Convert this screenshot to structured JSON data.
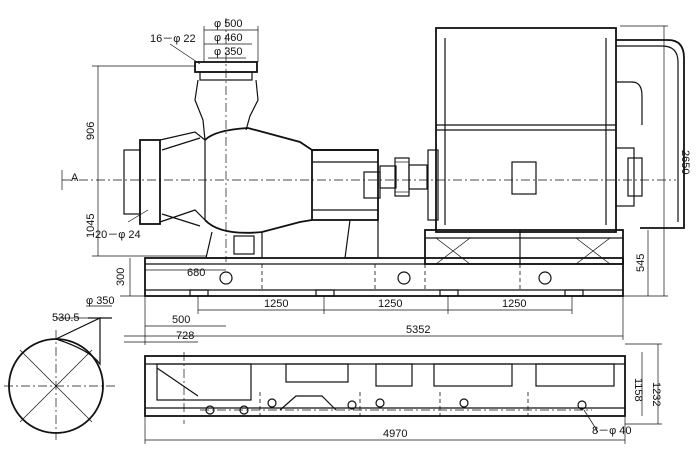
{
  "dims": {
    "bolts_top": "16－φ 22",
    "phi500": "φ 500",
    "phi460": "φ 460",
    "phi350_top": "φ 350",
    "d906": "906",
    "d1045": "1045",
    "bolts_side": "20－φ 24",
    "d300": "300",
    "d680": "680",
    "d1250_a": "1250",
    "d1250_b": "1250",
    "d1250_c": "1250",
    "d500": "500",
    "d728": "728",
    "d5352": "5352",
    "d2650": "2650",
    "d545": "545",
    "phi350_vol": "φ 350",
    "d530_5": "530.5",
    "d4970": "4970",
    "d1232": "1232",
    "d1158": "1158",
    "bolts_base": "8－φ 40",
    "section_mark": "A"
  }
}
